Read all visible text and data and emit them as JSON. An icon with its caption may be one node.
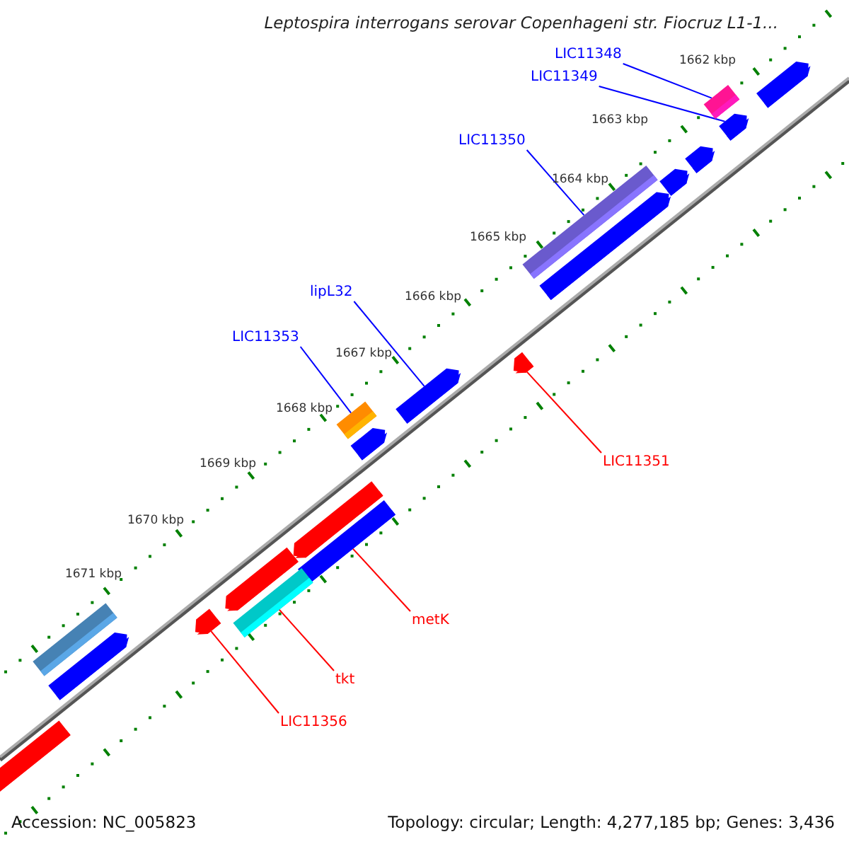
{
  "diagram": {
    "title": "Leptospira interrogans serovar Copenhageni str. Fiocruz L1-1...",
    "nodes": [
      {
        "text": [
          "LIC11348"
        ]
      },
      {
        "text": [
          "LIC11349"
        ]
      },
      {
        "text": [
          "LIC11350"
        ]
      },
      {
        "text": [
          "lipL32"
        ]
      },
      {
        "text": [
          "LIC11353"
        ]
      },
      {
        "text": [
          "LIC11351"
        ]
      },
      {
        "text": [
          "metK"
        ]
      },
      {
        "text": [
          "tkt"
        ]
      },
      {
        "text": [
          "LIC11356"
        ]
      },
      {
        "text": [],
        "shape": "arrow"
      },
      {
        "text": [],
        "shape": "box"
      },
      {
        "text": [],
        "shape": "arrow"
      },
      {
        "text": [],
        "shape": "arrow"
      },
      {
        "text": [],
        "shape": "arrow"
      },
      {
        "text": [],
        "shape": "box"
      },
      {
        "text": [],
        "shape": "arrow"
      },
      {
        "text": [],
        "shape": "arrow"
      },
      {
        "text": [],
        "shape": "arrow"
      },
      {
        "text": [],
        "shape": "box"
      },
      {
        "text": [],
        "shape": "arrow"
      },
      {
        "text": [],
        "shape": "arrow"
      },
      {
        "text": [],
        "shape": "box"
      },
      {
        "text": [],
        "shape": "arrow"
      },
      {
        "text": [],
        "shape": "box"
      },
      {
        "text": [],
        "shape": "arrow"
      },
      {
        "text": [],
        "shape": "box"
      },
      {
        "text": [],
        "shape": "arrow"
      },
      {
        "text": [],
        "shape": "box"
      }
    ],
    "edges": [
      {
        "from": 0,
        "to": 10,
        "arrow": "none"
      },
      {
        "from": 1,
        "to": 11,
        "arrow": "none"
      },
      {
        "from": 2,
        "to": 14,
        "arrow": "none"
      },
      {
        "from": 3,
        "to": 17,
        "arrow": "none"
      },
      {
        "from": 4,
        "to": 18,
        "arrow": "none"
      },
      {
        "from": 5,
        "to": 16,
        "arrow": "none",
        "color": "#ff0000"
      },
      {
        "from": 6,
        "to": 21,
        "arrow": "none",
        "color": "#ff0000"
      },
      {
        "from": 7,
        "to": 23,
        "arrow": "none",
        "color": "#ff0000"
      },
      {
        "from": 8,
        "to": 24,
        "arrow": "none",
        "color": "#ff0000"
      }
    ],
    "labels": [
      "1662 kbp",
      "1663 kbp",
      "1664 kbp",
      "1665 kbp",
      "1666 kbp",
      "1667 kbp",
      "1668 kbp",
      "1669 kbp",
      "1670 kbp",
      "1671 kbp",
      "Accession: NC_005823",
      "Topology: circular; Length: 4,277,185 bp; Genes: 3,436"
    ]
  }
}
